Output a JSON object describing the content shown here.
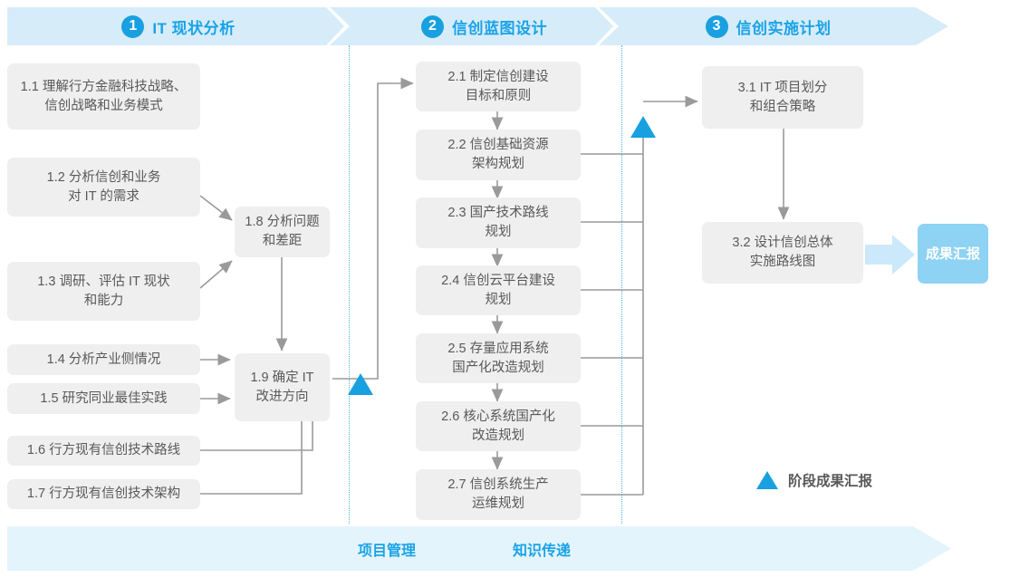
{
  "phases": [
    {
      "num": "1",
      "title": "IT 现状分析"
    },
    {
      "num": "2",
      "title": "信创蓝图设计"
    },
    {
      "num": "3",
      "title": "信创实施计划"
    }
  ],
  "phase1_boxes": [
    {
      "id": "1.1",
      "line1": "1.1 理解行方金融科技战略、",
      "line2": "信创战略和业务模式"
    },
    {
      "id": "1.2",
      "line1": "1.2 分析信创和业务",
      "line2": "对 IT 的需求"
    },
    {
      "id": "1.3",
      "line1": "1.3 调研、评估 IT 现状",
      "line2": "和能力"
    },
    {
      "id": "1.4",
      "line1": "1.4 分析产业侧情况",
      "line2": ""
    },
    {
      "id": "1.5",
      "line1": "1.5 研究同业最佳实践",
      "line2": ""
    },
    {
      "id": "1.6",
      "line1": "1.6 行方现有信创技术路线",
      "line2": ""
    },
    {
      "id": "1.7",
      "line1": "1.7 行方现有信创技术架构",
      "line2": ""
    }
  ],
  "phase1_merge": [
    {
      "id": "1.8",
      "line1": "1.8 分析问题",
      "line2": "和差距"
    },
    {
      "id": "1.9",
      "line1": "1.9 确定 IT",
      "line2": "改进方向"
    }
  ],
  "phase2_boxes": [
    {
      "id": "2.1",
      "line1": "2.1 制定信创建设",
      "line2": "目标和原则"
    },
    {
      "id": "2.2",
      "line1": "2.2 信创基础资源",
      "line2": "架构规划"
    },
    {
      "id": "2.3",
      "line1": "2.3 国产技术路线",
      "line2": "规划"
    },
    {
      "id": "2.4",
      "line1": "2.4 信创云平台建设",
      "line2": "规划"
    },
    {
      "id": "2.5",
      "line1": "2.5 存量应用系统",
      "line2": "国产化改造规划"
    },
    {
      "id": "2.6",
      "line1": "2.6 核心系统国产化",
      "line2": "改造规划"
    },
    {
      "id": "2.7",
      "line1": "2.7 信创系统生产",
      "line2": "运维规划"
    }
  ],
  "phase3_boxes": [
    {
      "id": "3.1",
      "line1": "3.1 IT 项目划分",
      "line2": "和组合策略"
    },
    {
      "id": "3.2",
      "line1": "3.2 设计信创总体",
      "line2": "实施路线图"
    }
  ],
  "result": {
    "line1": "成果",
    "line2": "汇报"
  },
  "legend": {
    "label": "阶段成果汇报"
  },
  "bottom": {
    "label1": "项目管理",
    "label2": "知识传递"
  },
  "colors": {
    "accent": "#18a0e0",
    "header_band": "#d7ecf9",
    "footer_band": "#e4f4fc",
    "box_fill": "#efefef",
    "box_text": "#595959",
    "result_fill": "#8ed2f4",
    "divider": "#45b6e8"
  }
}
